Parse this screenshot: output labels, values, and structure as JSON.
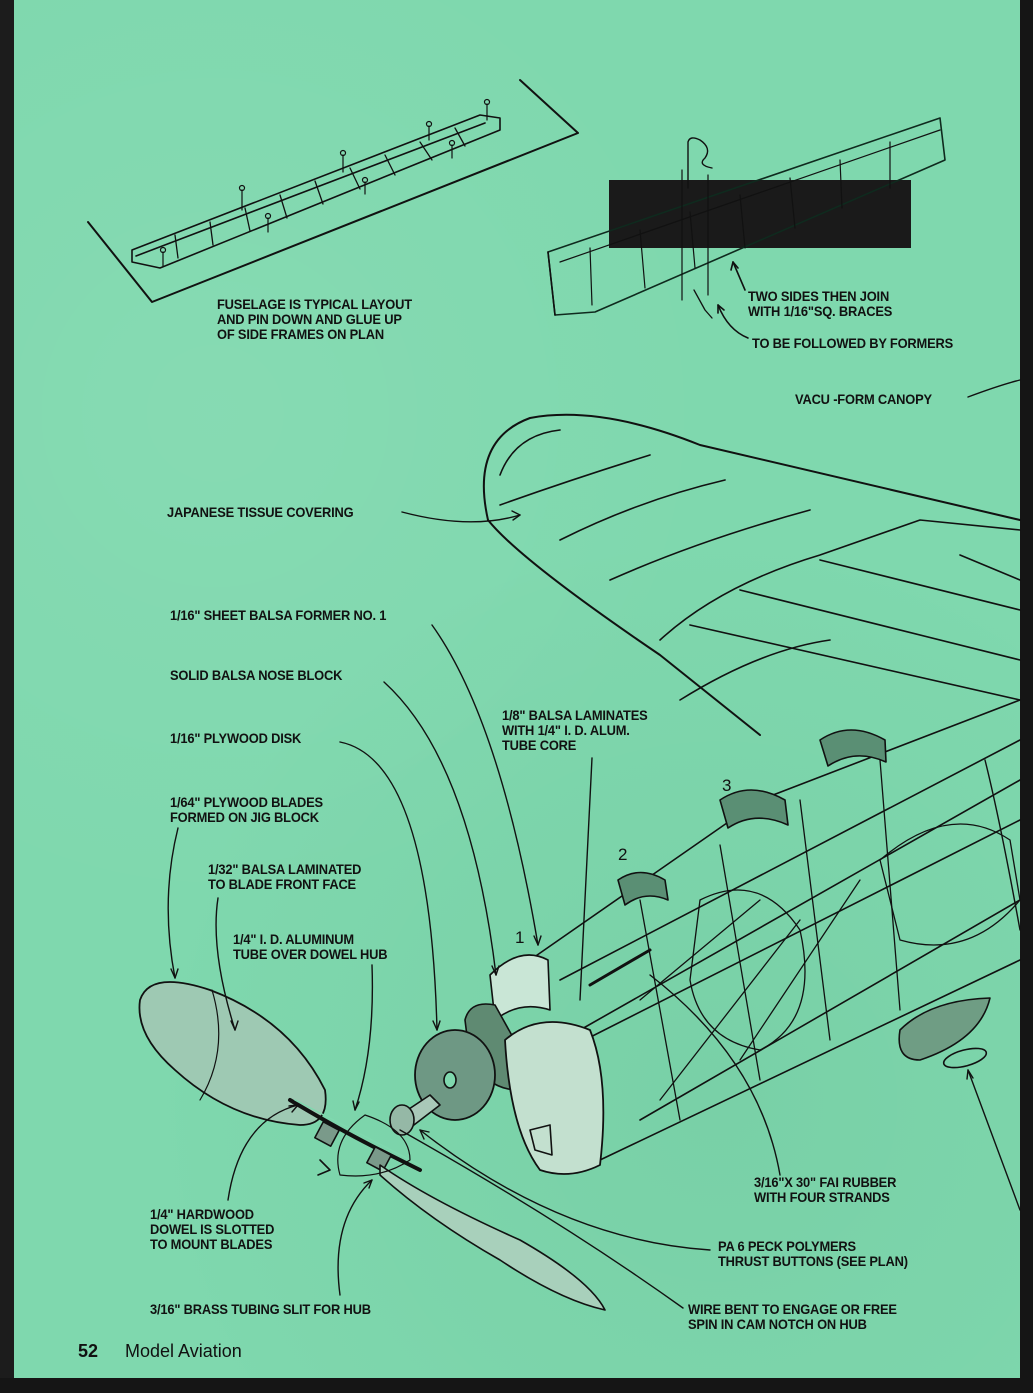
{
  "page": {
    "number": "52",
    "publication": "Model Aviation",
    "background_color": "#7fd8ae",
    "ink_color": "#111111"
  },
  "callouts": {
    "fuselage_layout": "FUSELAGE IS TYPICAL LAYOUT\nAND PIN DOWN AND GLUE UP\nOF SIDE FRAMES ON PLAN",
    "two_sides_join": "TWO SIDES THEN JOIN\nWITH 1/16\"SQ. BRACES",
    "followed_by_formers": "TO BE FOLLOWED BY FORMERS",
    "canopy": "VACU -FORM CANOPY",
    "tissue": "JAPANESE TISSUE COVERING",
    "former_no1": "1/16\" SHEET BALSA FORMER NO. 1",
    "nose_block": "SOLID BALSA NOSE BLOCK",
    "plywood_disk": "1/16\" PLYWOOD DISK",
    "plywood_blades": "1/64\" PLYWOOD BLADES\nFORMED ON JIG BLOCK",
    "balsa_laminated": "1/32\" BALSA LAMINATED\nTO BLADE FRONT FACE",
    "aluminum_tube": "1/4\" I. D. ALUMINUM\nTUBE OVER DOWEL HUB",
    "balsa_laminates": "1/8\" BALSA LAMINATES\nWITH 1/4\" I. D. ALUM.\nTUBE CORE",
    "hardwood_dowel": "1/4\" HARDWOOD\nDOWEL IS SLOTTED\nTO MOUNT BLADES",
    "brass_tubing": "3/16\" BRASS TUBING SLIT FOR HUB",
    "rubber": "3/16\"X 30\" FAI RUBBER\nWITH FOUR STRANDS",
    "thrust_buttons": "PA 6  PECK POLYMERS\nTHRUST BUTTONS (SEE PLAN)",
    "wire_bent": "WIRE BENT TO ENGAGE OR FREE\nSPIN IN CAM NOTCH ON HUB"
  },
  "former_numbers": [
    "1",
    "2",
    "3"
  ]
}
